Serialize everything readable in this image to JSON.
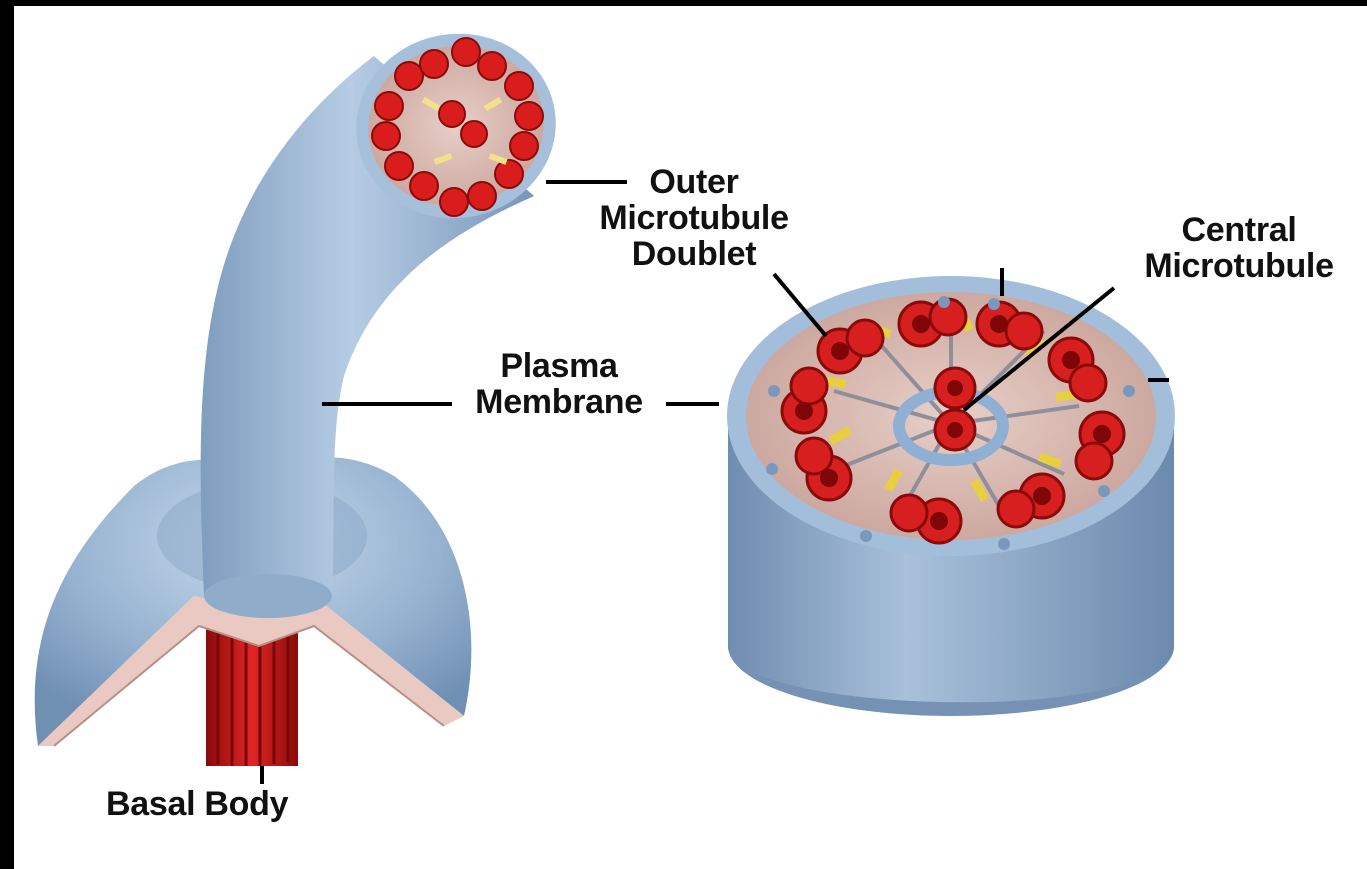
{
  "labels": {
    "outer_doublet": [
      "Outer",
      "Microtubule",
      "Doublet"
    ],
    "central": [
      "Central",
      "Microtubule"
    ],
    "plasma": [
      "Plasma",
      "Membrane"
    ],
    "basal": "Basal Body"
  },
  "colors": {
    "background": "#ffffff",
    "membrane": "#9fb9d4",
    "membrane_dark": "#7f9cbc",
    "interior": "#d6b3aa",
    "microtubule": "#d81f1f",
    "spoke": "#e8d24a",
    "frame": "#000000"
  }
}
